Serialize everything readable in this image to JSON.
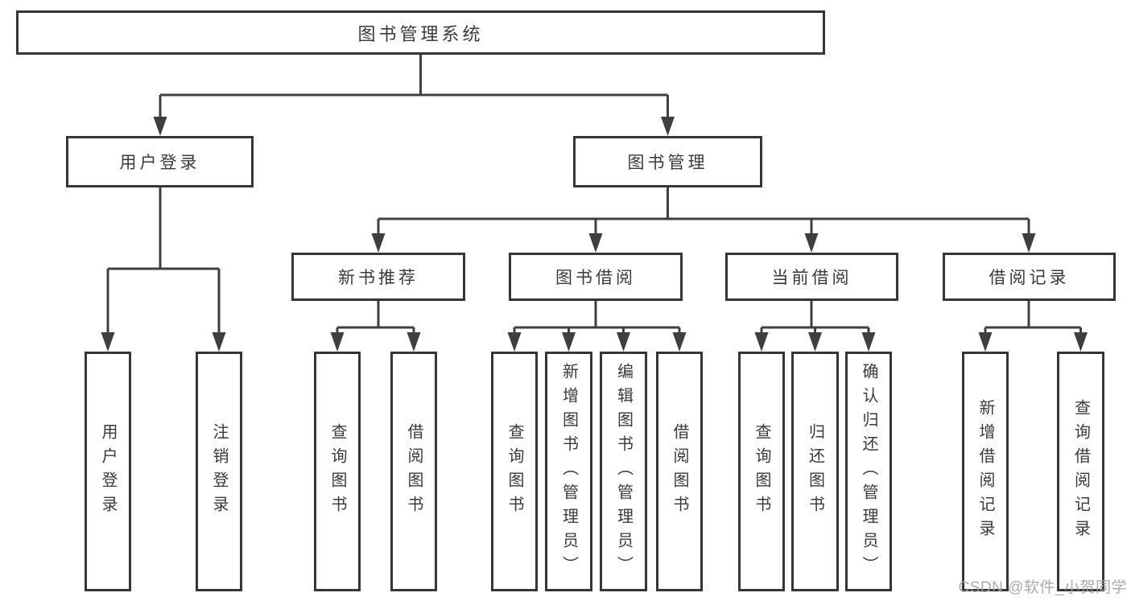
{
  "diagram": {
    "root": {
      "label": "图书管理系统"
    },
    "level2": {
      "user_login": {
        "label": "用户登录"
      },
      "book_mgmt": {
        "label": "图书管理"
      }
    },
    "level3": {
      "new_rec": {
        "label": "新书推荐"
      },
      "borrow": {
        "label": "图书借阅"
      },
      "current": {
        "label": "当前借阅"
      },
      "record": {
        "label": "借阅记录"
      }
    },
    "leaves": {
      "ul_login": {
        "label": "用户登录"
      },
      "ul_logout": {
        "label": "注销登录"
      },
      "nr_query": {
        "label": "查询图书"
      },
      "nr_borrow": {
        "label": "借阅图书"
      },
      "bb_query": {
        "label": "查询图书"
      },
      "bb_add": {
        "label": "新增图书（管理员）"
      },
      "bb_edit": {
        "label": "编辑图书（管理员）"
      },
      "bb_borrow": {
        "label": "借阅图书"
      },
      "cb_query": {
        "label": "查询图书"
      },
      "cb_return": {
        "label": "归还图书"
      },
      "cb_confirm": {
        "label": "确认归还（管理员）"
      },
      "br_add": {
        "label": "新增借阅记录"
      },
      "br_query": {
        "label": "查询借阅记录"
      }
    },
    "watermark": "CSDN @软件_小贺同学",
    "colors": {
      "line": "#3f3f3f",
      "box_border": "#363636",
      "text": "#3a3a3a",
      "watermark": "#a3a3ad",
      "background": "#ffffff"
    }
  }
}
